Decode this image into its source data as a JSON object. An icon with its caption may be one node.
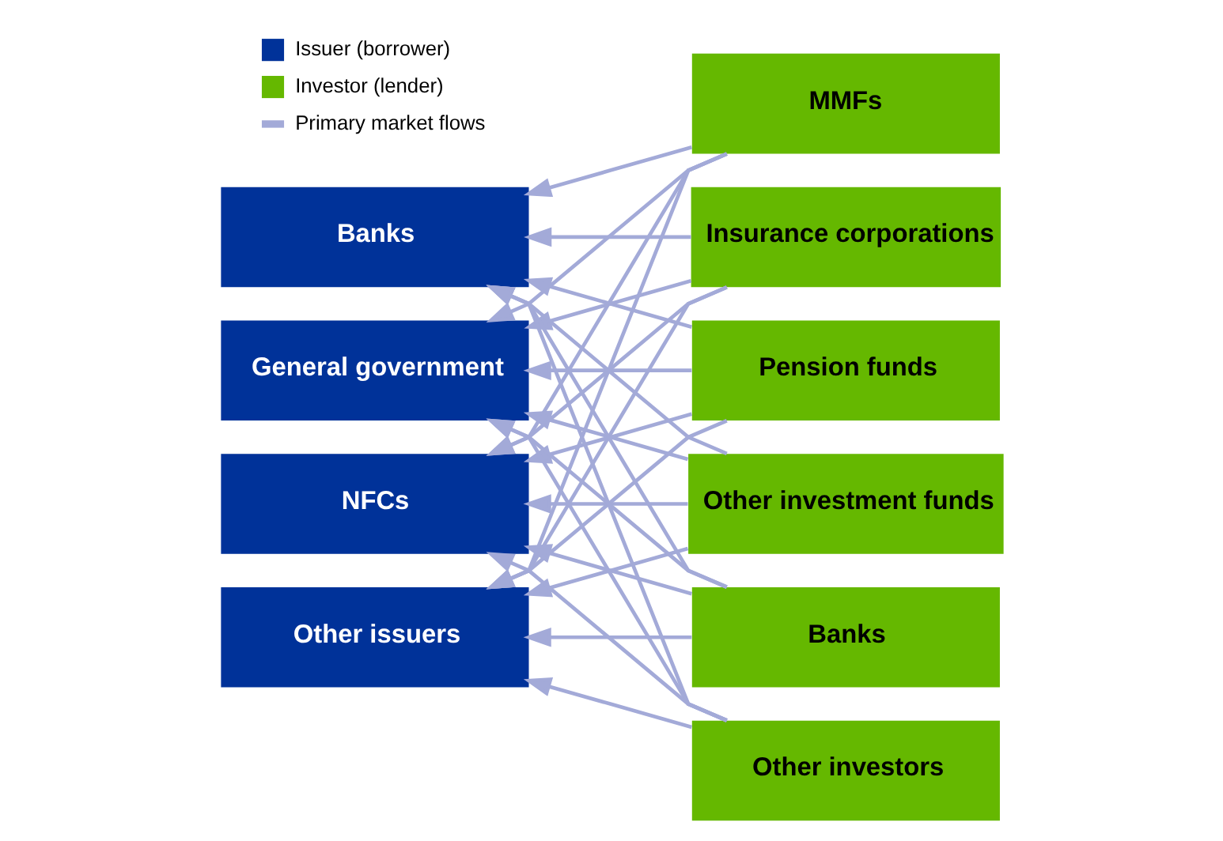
{
  "diagram": {
    "nodes": [
      {
        "text": [
          "Banks"
        ]
      },
      {
        "text": [
          "General government"
        ]
      },
      {
        "text": [
          "NFCs"
        ]
      },
      {
        "text": [
          "Other issuers"
        ]
      },
      {
        "text": [
          "MMFs"
        ]
      },
      {
        "text": [
          "Insurance corporations"
        ]
      },
      {
        "text": [
          "Pension funds"
        ]
      },
      {
        "text": [
          "Other investment funds"
        ]
      },
      {
        "text": [
          "Banks"
        ]
      },
      {
        "text": [
          "Other investors"
        ]
      }
    ],
    "edges": [
      {
        "from": 4,
        "to": 0,
        "arrow": "to"
      },
      {
        "from": 4,
        "to": 1,
        "arrow": "to"
      },
      {
        "from": 4,
        "to": 2,
        "arrow": "to"
      },
      {
        "from": 4,
        "to": 3,
        "arrow": "to"
      },
      {
        "from": 5,
        "to": 0,
        "arrow": "to"
      },
      {
        "from": 5,
        "to": 1,
        "arrow": "to"
      },
      {
        "from": 5,
        "to": 2,
        "arrow": "to"
      },
      {
        "from": 5,
        "to": 3,
        "arrow": "to"
      },
      {
        "from": 6,
        "to": 0,
        "arrow": "to"
      },
      {
        "from": 6,
        "to": 1,
        "arrow": "to"
      },
      {
        "from": 6,
        "to": 2,
        "arrow": "to"
      },
      {
        "from": 6,
        "to": 3,
        "arrow": "to"
      },
      {
        "from": 7,
        "to": 0,
        "arrow": "to"
      },
      {
        "from": 7,
        "to": 1,
        "arrow": "to"
      },
      {
        "from": 7,
        "to": 2,
        "arrow": "to"
      },
      {
        "from": 7,
        "to": 3,
        "arrow": "to"
      },
      {
        "from": 8,
        "to": 0,
        "arrow": "to"
      },
      {
        "from": 8,
        "to": 1,
        "arrow": "to"
      },
      {
        "from": 8,
        "to": 2,
        "arrow": "to"
      },
      {
        "from": 8,
        "to": 3,
        "arrow": "to"
      },
      {
        "from": 9,
        "to": 0,
        "arrow": "to"
      },
      {
        "from": 9,
        "to": 1,
        "arrow": "to"
      },
      {
        "from": 9,
        "to": 2,
        "arrow": "to"
      },
      {
        "from": 9,
        "to": 3,
        "arrow": "to"
      }
    ],
    "legend": [
      {
        "text": "Issuer (borrower)",
        "color": "#003299"
      },
      {
        "text": "Investor (lender)",
        "color": "#65b800"
      },
      {
        "text": "Primary market flows"
      }
    ]
  }
}
